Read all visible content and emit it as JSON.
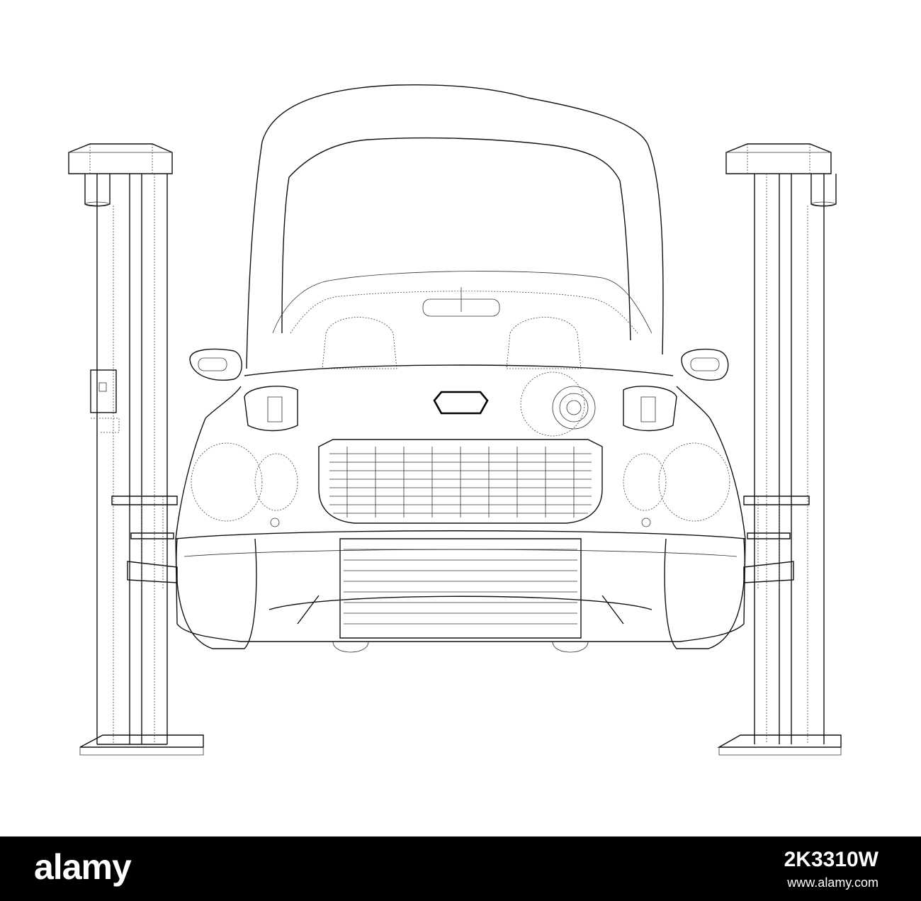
{
  "footer": {
    "brand": "alamy",
    "image_id": "2K3310W",
    "site_url": "www.alamy.com"
  },
  "colors": {
    "background": "#ffffff",
    "line_art": "#111111",
    "footer_background": "#000000",
    "footer_text": "#ffffff"
  }
}
